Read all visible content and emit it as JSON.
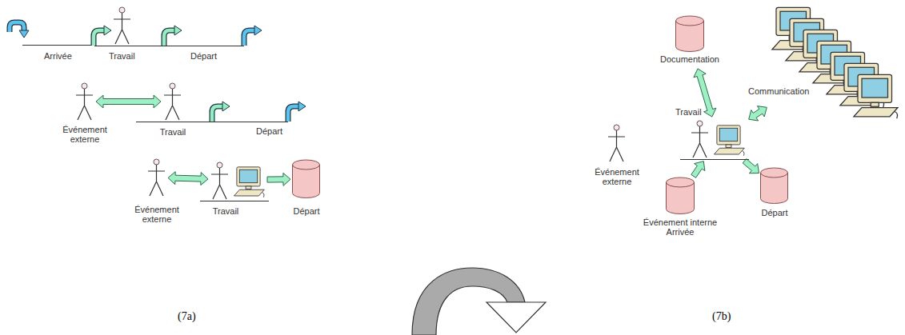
{
  "diagram": {
    "nodes": [
      {
        "text": [
          "Événement externe"
        ]
      },
      {
        "text": [
          "Travail"
        ]
      },
      {
        "text": [
          "Événement externe"
        ]
      },
      {
        "text": [
          "Travail"
        ]
      },
      {
        "text": [
          "Départ"
        ]
      },
      {
        "text": [
          "Documentation"
        ]
      },
      {
        "text": [
          "Communication"
        ]
      },
      {
        "text": [
          "Travail"
        ]
      },
      {
        "text": [
          "Événement externe"
        ]
      },
      {
        "text": [
          "Départ"
        ]
      },
      {
        "text": [
          "Événement interne Arrivée"
        ]
      }
    ],
    "edges": [
      {
        "from": 0,
        "to": 1,
        "arrow": "both"
      },
      {
        "from": 2,
        "to": 3,
        "arrow": "both"
      },
      {
        "from": 3,
        "to": 4,
        "arrow": "to"
      },
      {
        "from": 5,
        "to": 7,
        "arrow": "both"
      },
      {
        "from": 6,
        "to": 7,
        "arrow": "both"
      },
      {
        "from": 7,
        "to": 9,
        "arrow": "to"
      },
      {
        "from": 10,
        "to": 7,
        "arrow": "to"
      }
    ],
    "labels": [
      "Arrivée",
      "Travail",
      "Départ",
      "Départ",
      "(7a)",
      "(7b)"
    ]
  }
}
